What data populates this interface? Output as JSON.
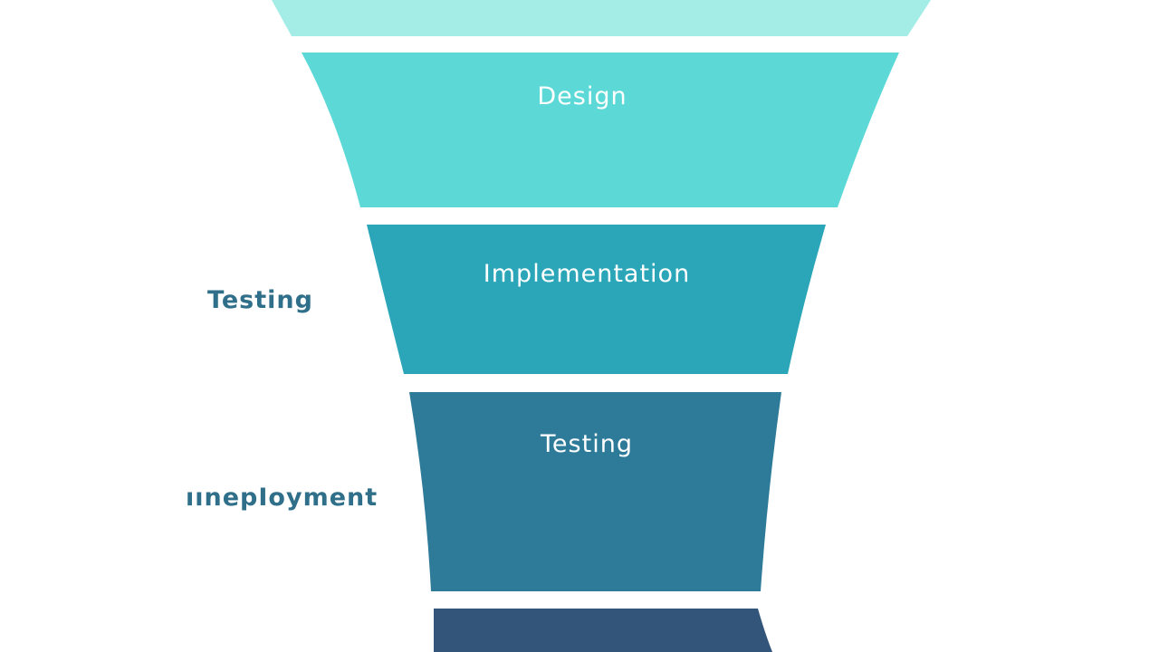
{
  "stages": [
    {
      "label": "",
      "color": "#a4ede6"
    },
    {
      "label": "Design",
      "color": "#5cd9d6"
    },
    {
      "label": "Implementation",
      "color": "#2aa6b8"
    },
    {
      "label": "Testing",
      "color": "#2e7a99"
    },
    {
      "label": "",
      "color": "#34557a"
    }
  ],
  "side_labels": {
    "testing": "Testing",
    "deployment": "ıınepIoyment"
  },
  "colors": {
    "side_label_text": "#2f6f8a",
    "stage_label_text": "#ffffff",
    "background": "#ffffff"
  }
}
